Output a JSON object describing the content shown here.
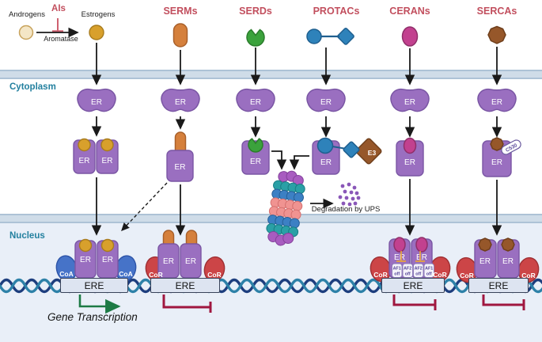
{
  "title_row": {
    "ais": "AIs",
    "androgens": "Androgens",
    "estrogens": "Estrogens",
    "aromatase": "Aromatase"
  },
  "drug_classes": [
    "SERMs",
    "SERDs",
    "PROTACs",
    "CERANs",
    "SERCAs"
  ],
  "compartments": {
    "cytoplasm": "Cytoplasm",
    "nucleus": "Nucleus"
  },
  "labels": {
    "er": "ER",
    "e3": "E3",
    "c530": "C530",
    "coa": "CoA",
    "cor": "CoR",
    "ere": "ERE",
    "degradation": "Degradation by UPS",
    "gene_transcription": "Gene Transcription"
  },
  "af_badges": [
    {
      "l1": "AF1",
      "l2": "off"
    },
    {
      "l1": "AF2",
      "l2": "off"
    },
    {
      "l1": "AF2",
      "l2": "off"
    },
    {
      "l1": "AF1",
      "l2": "off"
    }
  ],
  "colors": {
    "header_red": "#c24f5e",
    "er_purple": "#9a6fc0",
    "estrogen_yellow": "#d8a02c",
    "serm_orange": "#d5803c",
    "serd_green": "#3ba23c",
    "protac_blue": "#2e82ba",
    "e3_brown": "#96572a",
    "ceran_pink": "#c2418f",
    "serca_brown": "#96572a",
    "coa_blue": "#4673c8",
    "cor_red": "#cc4547",
    "compartment_teal": "#23809f",
    "transcription_green": "#1d7a45",
    "inhibition_maroon": "#a0173f",
    "dna_navy": "#1d3e7e",
    "dna_teal": "#2d81a8"
  }
}
